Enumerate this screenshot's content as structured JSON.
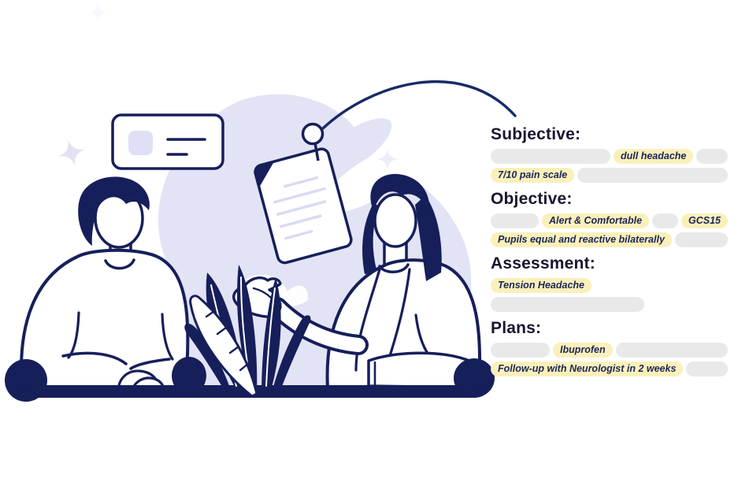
{
  "colors": {
    "navy_ink": "#161F5A",
    "lavender_blob": "#E3E3F6",
    "tag_yellow": "#FAF0BA",
    "pill_gray": "#E9E9EA",
    "heading_text": "#17172F",
    "tag_text": "#1B2559",
    "paper_white": "#FFFFFF"
  },
  "illustration": {
    "icons": [
      "sparkle-icon",
      "speech-card-icon",
      "note-document-icon",
      "pin-icon",
      "connector-curve-icon",
      "person-man-icon",
      "person-woman-icon",
      "desk-plant-icon",
      "table-icon"
    ]
  },
  "soap_note": {
    "sections": [
      {
        "title": "Subjective:",
        "tags": [
          "dull headache",
          "7/10 pain scale"
        ]
      },
      {
        "title": "Objective:",
        "tags": [
          "Alert & Comfortable",
          "GCS15",
          "Pupils equal and reactive bilaterally"
        ]
      },
      {
        "title": "Assessment:",
        "tags": [
          "Tension Headache"
        ]
      },
      {
        "title": "Plans:",
        "tags": [
          "Ibuprofen",
          "Follow-up with Neurologist in 2 weeks"
        ]
      }
    ]
  }
}
